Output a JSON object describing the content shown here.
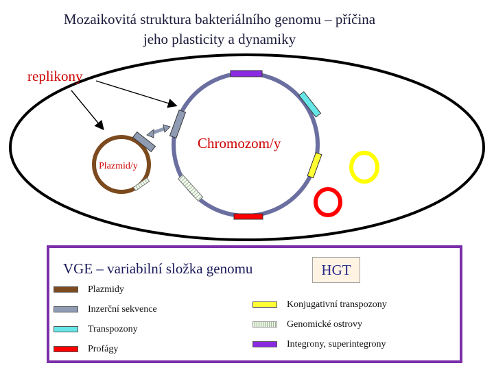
{
  "title": {
    "line1": "Mozaikovitá struktura bakteriálního genomu – příčina",
    "line2": "jeho plasticity a dynamiky"
  },
  "labels": {
    "replicons": "replikony",
    "chromosome": "Chromozom/y",
    "plasmid": "Plazmid/y"
  },
  "legend": {
    "heading": "VGE – variabilní složka genomu",
    "hgt": "HGT",
    "items_left": [
      {
        "label": "Plazmidy",
        "color": "#7b4a1e",
        "pattern": "solid"
      },
      {
        "label": "Inzerční sekvence",
        "color": "#8f9bb3",
        "pattern": "solid"
      },
      {
        "label": "Transpozony",
        "color": "#66e6e6",
        "pattern": "solid"
      },
      {
        "label": "Profágy",
        "color": "#ff0000",
        "pattern": "solid"
      }
    ],
    "items_right": [
      {
        "label": "Konjugativní transpozony",
        "color": "#ffff33",
        "pattern": "solid"
      },
      {
        "label": "Genomické ostrovy",
        "color": "#e8f4e0",
        "pattern": "hatched"
      },
      {
        "label": "Integrony, superintegrony",
        "color": "#8a2be2",
        "pattern": "solid"
      }
    ]
  },
  "colors": {
    "cell_outline": "#000000",
    "chromosome": "#6b6fa0",
    "plasmid_ring": "#7b4a1e",
    "plasmid_yellow": "#ffff00",
    "plasmid_red": "#ff0000",
    "legend_border": "#7b2fa8",
    "label_red": "#cc0000"
  }
}
